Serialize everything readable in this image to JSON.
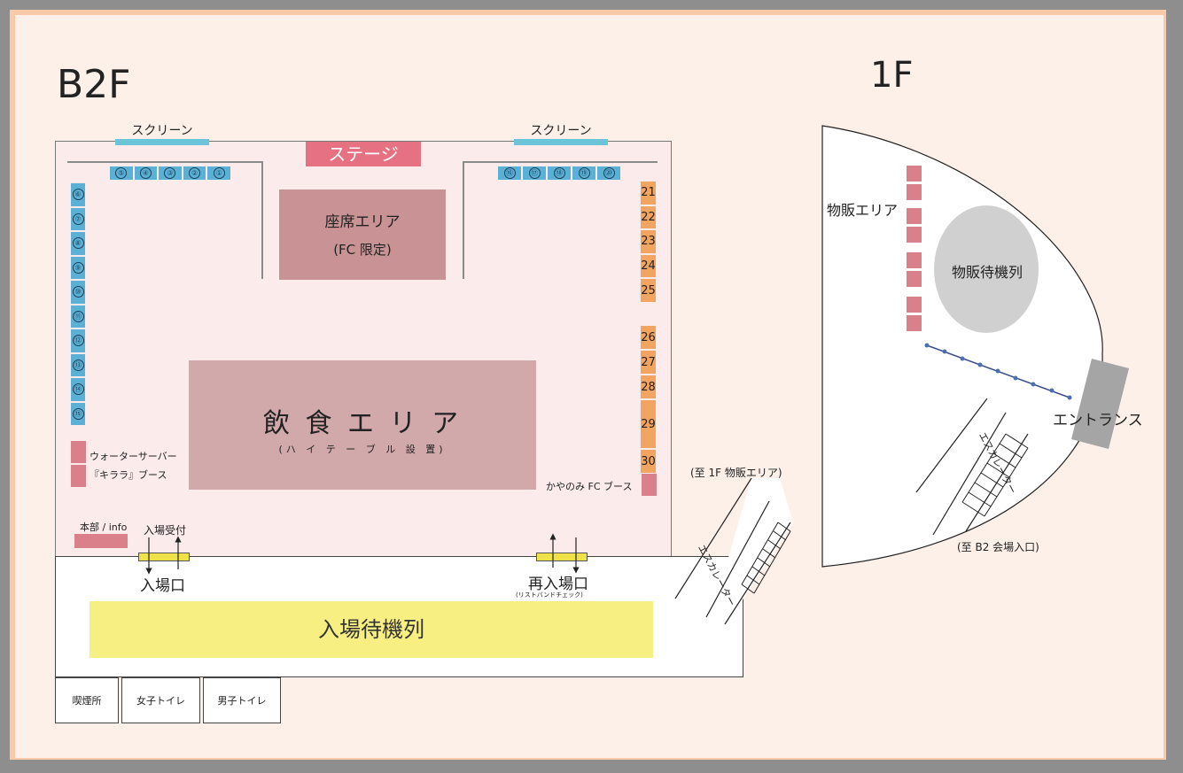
{
  "floors": {
    "b2_title": "B2F",
    "f1_title": "1F"
  },
  "b2": {
    "screen_left": "スクリーン",
    "screen_right": "スクリーン",
    "stage": "ステージ",
    "seat_area": {
      "line1": "座席エリア",
      "line2": "(FC 限定)"
    },
    "food_area": {
      "line1": "飲 食 エ リ ア",
      "line2": "(ハ イ テ ー ブ ル 設 置)"
    },
    "top_left_booths": [
      "⑤",
      "④",
      "③",
      "②",
      "①"
    ],
    "left_booths": [
      "⑥",
      "⑦",
      "⑧",
      "⑨",
      "⑩",
      "⑪",
      "⑫",
      "⑬",
      "⑭",
      "⑮"
    ],
    "top_right_booths": [
      "⑯",
      "⑰",
      "⑱",
      "⑲",
      "⑳"
    ],
    "right_booths_a": [
      "21",
      "22",
      "23",
      "24",
      "25"
    ],
    "right_booths_b": [
      "26",
      "27",
      "28",
      "29",
      "30"
    ],
    "water_server": "ウォーターサーバー",
    "kirara_booth": "『キララ』ブース",
    "kayanomi_booth": "かやのみ FC ブース",
    "hq_info": "本部 / info",
    "entry_reception": "入場受付",
    "entrance": "入場口",
    "reentry": "再入場口",
    "reentry_note": "(リストバンドチェック)",
    "queue": "入場待機列",
    "smoking": "喫煙所",
    "womens_toilet": "女子トイレ",
    "mens_toilet": "男子トイレ",
    "to_1f": "(至 1F 物販エリア)",
    "escalator": "エスカレーター"
  },
  "f1": {
    "merch_area": "物販エリア",
    "merch_queue": "物販待機列",
    "entrance": "エントランス",
    "escalator": "エスカレーター",
    "to_b2": "(至 B2 会場入口)"
  },
  "colors": {
    "booth_blue": "#5bb0d6",
    "booth_orange": "#f2a461",
    "stage_pink": "#e67182",
    "queue_yellow": "#f8ef83",
    "background": "#fdf0e9"
  }
}
